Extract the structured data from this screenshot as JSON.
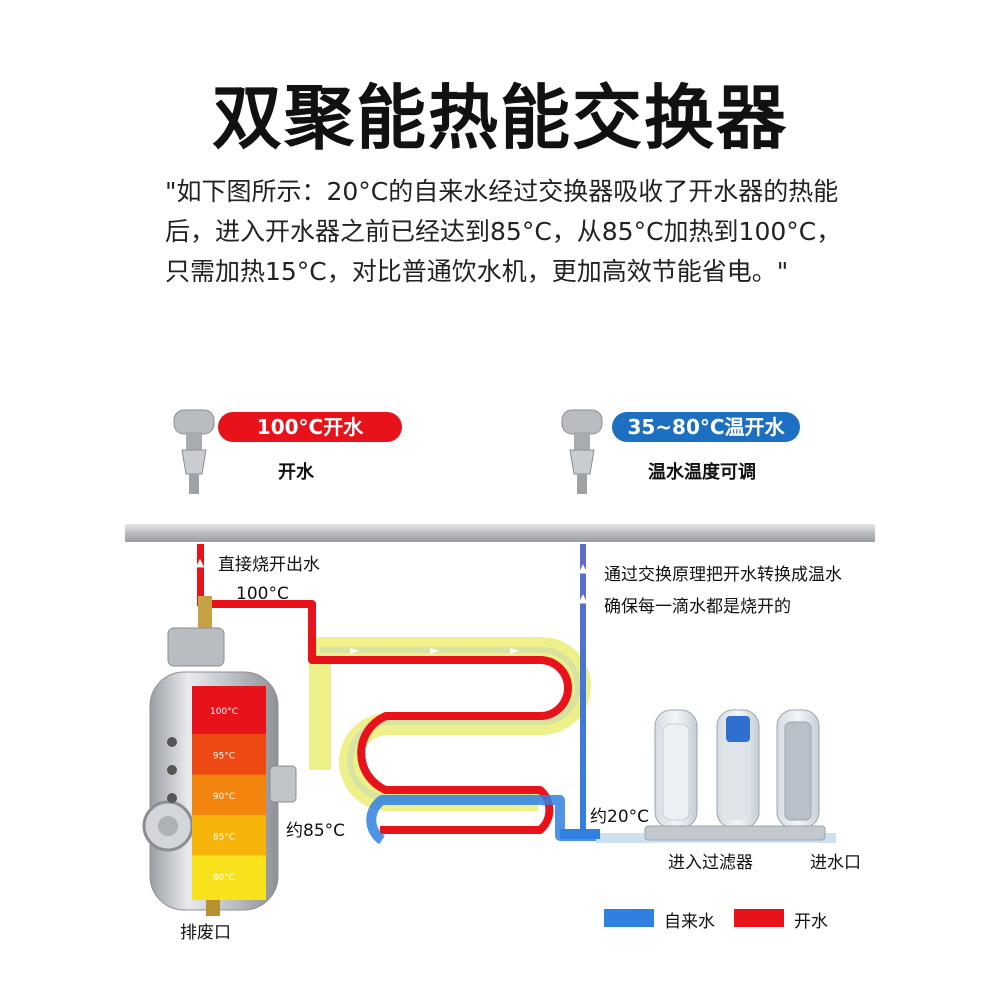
{
  "title": "双聚能热能交换器",
  "description": "\"如下图所示：20°C的自来水经过交换器吸收了开水器的热能后，进入开水器之前已经达到85°C，从85°C加热到100°C，只需加热15°C，对比普通饮水机，更加高效节能省电。\"",
  "taps": {
    "hot": {
      "badge": "100°C开水",
      "caption": "开水"
    },
    "warm": {
      "badge": "35~80°C温开水",
      "caption": "温水温度可调"
    }
  },
  "labels": {
    "direct_boil": "直接烧开出水",
    "temp_100": "100°C",
    "temp_85": "约85°C",
    "temp_20": "约20°C",
    "exchange_note_1": "通过交换原理把开水转换成温水",
    "exchange_note_2": "确保每一滴水都是烧开的",
    "drain": "排废口",
    "filter_in": "进入过滤器",
    "inlet": "进水口"
  },
  "tank_levels": [
    {
      "label": "100°C",
      "color": "#e8131a"
    },
    {
      "label": "95°C",
      "color": "#ef4a14"
    },
    {
      "label": "90°C",
      "color": "#f3840e"
    },
    {
      "label": "85°C",
      "color": "#f6b40a"
    },
    {
      "label": "80°C",
      "color": "#f7e21c"
    }
  ],
  "legend": [
    {
      "label": "自来水",
      "color": "#2f80e0"
    },
    {
      "label": "开水",
      "color": "#e8131a"
    }
  ],
  "colors": {
    "hot": "#e8131a",
    "cold": "#2f80e0",
    "preheat": "#eef08a",
    "pipe": "#c7c9cc"
  }
}
